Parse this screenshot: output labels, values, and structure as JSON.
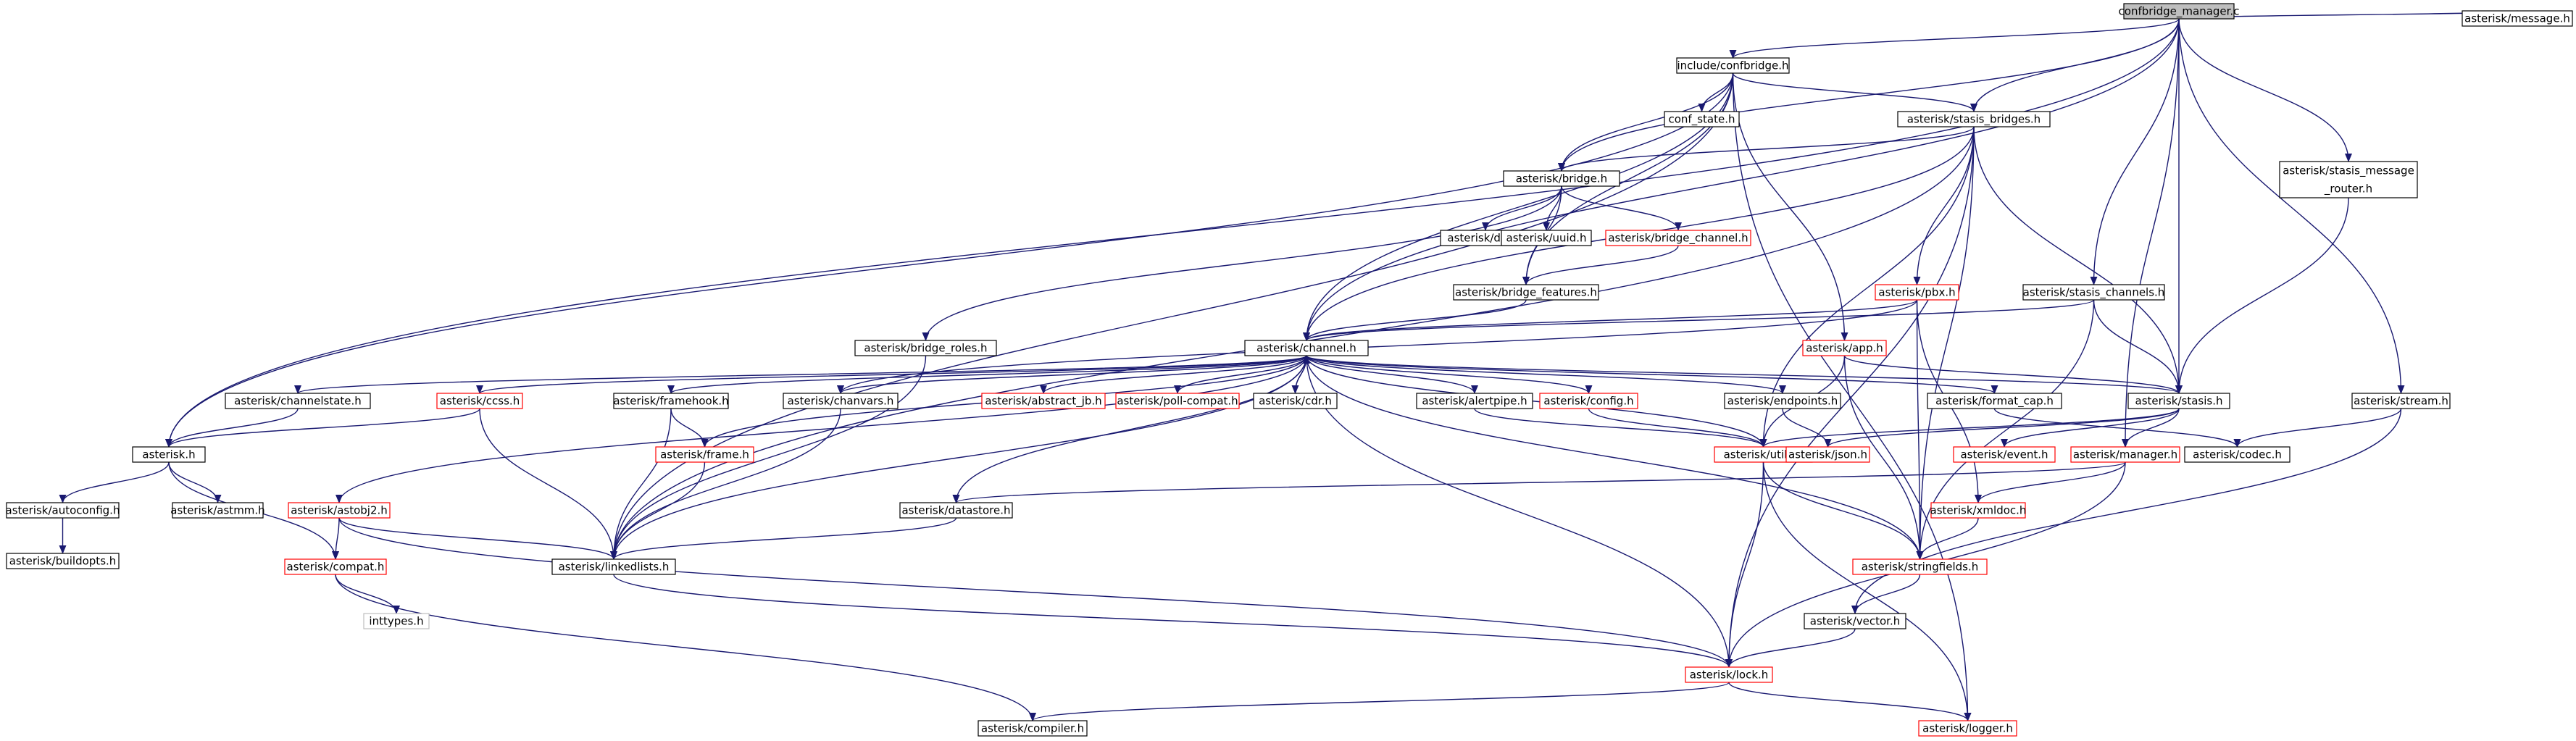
{
  "colors": {
    "edge": "#191970",
    "node_border": "#000000",
    "node_border_missing": "#ff0000",
    "node_border_unknown": "#bfbfbf",
    "root_fill": "#bfbfbf",
    "node_fill": "#ffffff",
    "text": "#000000"
  },
  "nodes": [
    {
      "id": "root",
      "label": "confbridge_manager.c",
      "kind": "root"
    },
    {
      "id": "confbridge",
      "label": "include/confbridge.h",
      "kind": "normal"
    },
    {
      "id": "message",
      "label": "asterisk/message.h",
      "kind": "normal"
    },
    {
      "id": "conf_state",
      "label": "conf_state.h",
      "kind": "normal"
    },
    {
      "id": "stasis_bridges",
      "label": "asterisk/stasis_bridges.h",
      "kind": "normal"
    },
    {
      "id": "smr_l1",
      "label": "asterisk/stasis_message",
      "kind": "normal"
    },
    {
      "id": "smr_l2",
      "label": "_router.h",
      "kind": "normal"
    },
    {
      "id": "bridge",
      "label": "asterisk/bridge.h",
      "kind": "normal"
    },
    {
      "id": "dsp",
      "label": "asterisk/dsp.h",
      "kind": "normal"
    },
    {
      "id": "uuid",
      "label": "asterisk/uuid.h",
      "kind": "normal"
    },
    {
      "id": "bridge_channel",
      "label": "asterisk/bridge_channel.h",
      "kind": "missing"
    },
    {
      "id": "bridge_features",
      "label": "asterisk/bridge_features.h",
      "kind": "normal"
    },
    {
      "id": "pbx",
      "label": "asterisk/pbx.h",
      "kind": "missing"
    },
    {
      "id": "stasis_channels",
      "label": "asterisk/stasis_channels.h",
      "kind": "normal"
    },
    {
      "id": "bridge_roles",
      "label": "asterisk/bridge_roles.h",
      "kind": "normal"
    },
    {
      "id": "channel",
      "label": "asterisk/channel.h",
      "kind": "normal"
    },
    {
      "id": "app",
      "label": "asterisk/app.h",
      "kind": "missing"
    },
    {
      "id": "stream",
      "label": "asterisk/stream.h",
      "kind": "normal"
    },
    {
      "id": "channelstate",
      "label": "asterisk/channelstate.h",
      "kind": "normal"
    },
    {
      "id": "ccss",
      "label": "asterisk/ccss.h",
      "kind": "missing"
    },
    {
      "id": "framehook",
      "label": "asterisk/framehook.h",
      "kind": "normal"
    },
    {
      "id": "chanvars",
      "label": "asterisk/chanvars.h",
      "kind": "normal"
    },
    {
      "id": "abstract_jb",
      "label": "asterisk/abstract_jb.h",
      "kind": "missing"
    },
    {
      "id": "poll_compat",
      "label": "asterisk/poll-compat.h",
      "kind": "missing"
    },
    {
      "id": "cdr",
      "label": "asterisk/cdr.h",
      "kind": "normal"
    },
    {
      "id": "alertpipe",
      "label": "asterisk/alertpipe.h",
      "kind": "normal"
    },
    {
      "id": "config",
      "label": "asterisk/config.h",
      "kind": "missing"
    },
    {
      "id": "endpoints",
      "label": "asterisk/endpoints.h",
      "kind": "normal"
    },
    {
      "id": "format_cap",
      "label": "asterisk/format_cap.h",
      "kind": "normal"
    },
    {
      "id": "stasis",
      "label": "asterisk/stasis.h",
      "kind": "normal"
    },
    {
      "id": "asterisk",
      "label": "asterisk.h",
      "kind": "normal"
    },
    {
      "id": "frame",
      "label": "asterisk/frame.h",
      "kind": "missing"
    },
    {
      "id": "utils",
      "label": "asterisk/utils.h",
      "kind": "missing"
    },
    {
      "id": "json",
      "label": "asterisk/json.h",
      "kind": "missing"
    },
    {
      "id": "event",
      "label": "asterisk/event.h",
      "kind": "missing"
    },
    {
      "id": "manager",
      "label": "asterisk/manager.h",
      "kind": "missing"
    },
    {
      "id": "codec",
      "label": "asterisk/codec.h",
      "kind": "normal"
    },
    {
      "id": "autoconfig",
      "label": "asterisk/autoconfig.h",
      "kind": "normal"
    },
    {
      "id": "astmm",
      "label": "asterisk/astmm.h",
      "kind": "normal"
    },
    {
      "id": "astobj2",
      "label": "asterisk/astobj2.h",
      "kind": "missing"
    },
    {
      "id": "datastore",
      "label": "asterisk/datastore.h",
      "kind": "normal"
    },
    {
      "id": "xmldoc",
      "label": "asterisk/xmldoc.h",
      "kind": "missing"
    },
    {
      "id": "buildopts",
      "label": "asterisk/buildopts.h",
      "kind": "normal"
    },
    {
      "id": "compat",
      "label": "asterisk/compat.h",
      "kind": "missing"
    },
    {
      "id": "linkedlists",
      "label": "asterisk/linkedlists.h",
      "kind": "normal"
    },
    {
      "id": "stringfields",
      "label": "asterisk/stringfields.h",
      "kind": "missing"
    },
    {
      "id": "inttypes",
      "label": "inttypes.h",
      "kind": "unknown"
    },
    {
      "id": "vector",
      "label": "asterisk/vector.h",
      "kind": "normal"
    },
    {
      "id": "lock",
      "label": "asterisk/lock.h",
      "kind": "missing"
    },
    {
      "id": "compiler",
      "label": "asterisk/compiler.h",
      "kind": "normal"
    },
    {
      "id": "logger",
      "label": "asterisk/logger.h",
      "kind": "missing"
    }
  ],
  "edges": [
    [
      "root",
      "confbridge"
    ],
    [
      "root",
      "message"
    ],
    [
      "root",
      "stasis_bridges"
    ],
    [
      "root",
      "bridge"
    ],
    [
      "root",
      "smr"
    ],
    [
      "root",
      "stasis_channels"
    ],
    [
      "root",
      "channel"
    ],
    [
      "root",
      "stasis"
    ],
    [
      "root",
      "asterisk"
    ],
    [
      "root",
      "stream"
    ],
    [
      "root",
      "manager"
    ],
    [
      "confbridge",
      "conf_state"
    ],
    [
      "confbridge",
      "stasis_bridges"
    ],
    [
      "confbridge",
      "bridge"
    ],
    [
      "confbridge",
      "bridge_features"
    ],
    [
      "confbridge",
      "channel"
    ],
    [
      "confbridge",
      "app"
    ],
    [
      "confbridge",
      "asterisk"
    ],
    [
      "confbridge",
      "linkedlists"
    ],
    [
      "confbridge",
      "logger"
    ],
    [
      "stasis_bridges",
      "bridge"
    ],
    [
      "stasis_bridges",
      "pbx"
    ],
    [
      "stasis_bridges",
      "channel"
    ],
    [
      "stasis_bridges",
      "utils"
    ],
    [
      "stasis_bridges",
      "stringfields"
    ],
    [
      "stasis_bridges",
      "lock"
    ],
    [
      "stasis_bridges",
      "linkedlists"
    ],
    [
      "stasis_bridges",
      "stasis"
    ],
    [
      "smr",
      "stasis"
    ],
    [
      "bridge",
      "dsp"
    ],
    [
      "bridge",
      "uuid"
    ],
    [
      "bridge",
      "bridge_channel"
    ],
    [
      "bridge",
      "bridge_features"
    ],
    [
      "bridge",
      "bridge_roles"
    ],
    [
      "bridge_channel",
      "bridge_features"
    ],
    [
      "bridge_features",
      "channel"
    ],
    [
      "pbx",
      "channel"
    ],
    [
      "pbx",
      "chanvars"
    ],
    [
      "pbx",
      "xmldoc"
    ],
    [
      "pbx",
      "stringfields"
    ],
    [
      "stasis_channels",
      "channel"
    ],
    [
      "stasis_channels",
      "stasis"
    ],
    [
      "stasis_channels",
      "stringfields"
    ],
    [
      "bridge_roles",
      "linkedlists"
    ],
    [
      "channel",
      "channelstate"
    ],
    [
      "channel",
      "ccss"
    ],
    [
      "channel",
      "framehook"
    ],
    [
      "channel",
      "chanvars"
    ],
    [
      "channel",
      "abstract_jb"
    ],
    [
      "channel",
      "poll_compat"
    ],
    [
      "channel",
      "cdr"
    ],
    [
      "channel",
      "alertpipe"
    ],
    [
      "channel",
      "config"
    ],
    [
      "channel",
      "endpoints"
    ],
    [
      "channel",
      "format_cap"
    ],
    [
      "channel",
      "stasis"
    ],
    [
      "channel",
      "frame"
    ],
    [
      "channel",
      "astobj2"
    ],
    [
      "channel",
      "datastore"
    ],
    [
      "channel",
      "utils"
    ],
    [
      "channel",
      "linkedlists"
    ],
    [
      "channel",
      "stringfields"
    ],
    [
      "channel",
      "lock"
    ],
    [
      "app",
      "stasis"
    ],
    [
      "app",
      "utils"
    ],
    [
      "app",
      "stringfields"
    ],
    [
      "stream",
      "codec"
    ],
    [
      "stream",
      "vector"
    ],
    [
      "channelstate",
      "asterisk"
    ],
    [
      "ccss",
      "asterisk"
    ],
    [
      "ccss",
      "linkedlists"
    ],
    [
      "framehook",
      "frame"
    ],
    [
      "framehook",
      "linkedlists"
    ],
    [
      "chanvars",
      "linkedlists"
    ],
    [
      "cdr",
      "channel"
    ],
    [
      "alertpipe",
      "utils"
    ],
    [
      "config",
      "utils"
    ],
    [
      "endpoints",
      "json"
    ],
    [
      "format_cap",
      "codec"
    ],
    [
      "stasis",
      "json"
    ],
    [
      "stasis",
      "event"
    ],
    [
      "stasis",
      "manager"
    ],
    [
      "stasis",
      "utils"
    ],
    [
      "asterisk",
      "autoconfig"
    ],
    [
      "asterisk",
      "astmm"
    ],
    [
      "asterisk",
      "compat"
    ],
    [
      "frame",
      "linkedlists"
    ],
    [
      "utils",
      "lock"
    ],
    [
      "utils",
      "logger"
    ],
    [
      "utils",
      "stringfields"
    ],
    [
      "manager",
      "datastore"
    ],
    [
      "manager",
      "xmldoc"
    ],
    [
      "manager",
      "lock"
    ],
    [
      "autoconfig",
      "buildopts"
    ],
    [
      "astobj2",
      "compat"
    ],
    [
      "astobj2",
      "linkedlists"
    ],
    [
      "astobj2",
      "lock"
    ],
    [
      "datastore",
      "linkedlists"
    ],
    [
      "xmldoc",
      "stringfields"
    ],
    [
      "compat",
      "inttypes"
    ],
    [
      "compat",
      "compiler"
    ],
    [
      "linkedlists",
      "lock"
    ],
    [
      "stringfields",
      "vector"
    ],
    [
      "vector",
      "lock"
    ],
    [
      "lock",
      "compiler"
    ],
    [
      "lock",
      "logger"
    ]
  ]
}
